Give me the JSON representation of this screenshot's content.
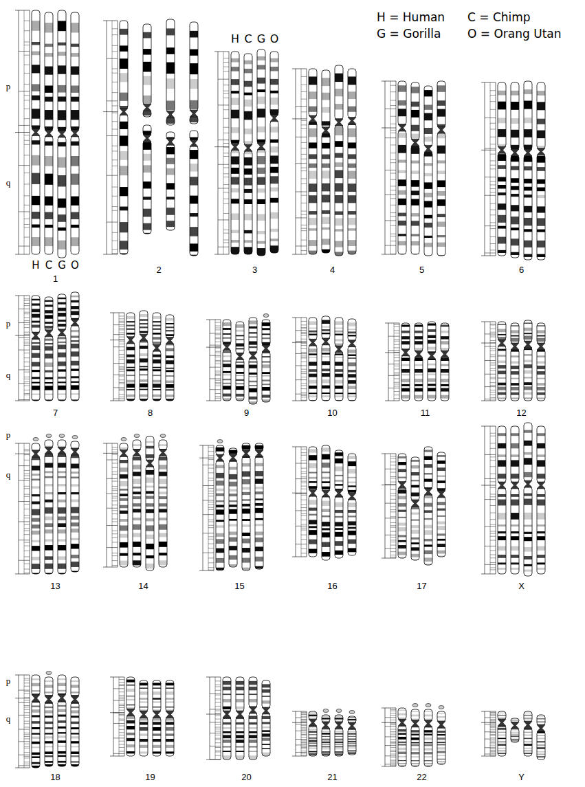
{
  "diagram": {
    "labels": [
      "H",
      "C",
      "G",
      "O",
      "H = Human",
      "C = Chimp",
      "G = Gorilla",
      "O = Orang Utan",
      "p",
      "q",
      "H",
      "C",
      "G",
      "O",
      "1",
      "2",
      "3",
      "4",
      "5",
      "6",
      "p",
      "q",
      "7",
      "8",
      "9",
      "10",
      "11",
      "12",
      "p",
      "q",
      "13",
      "14",
      "15",
      "16",
      "17",
      "X",
      "p",
      "q",
      "18",
      "19",
      "20",
      "21",
      "22",
      "Y"
    ]
  }
}
